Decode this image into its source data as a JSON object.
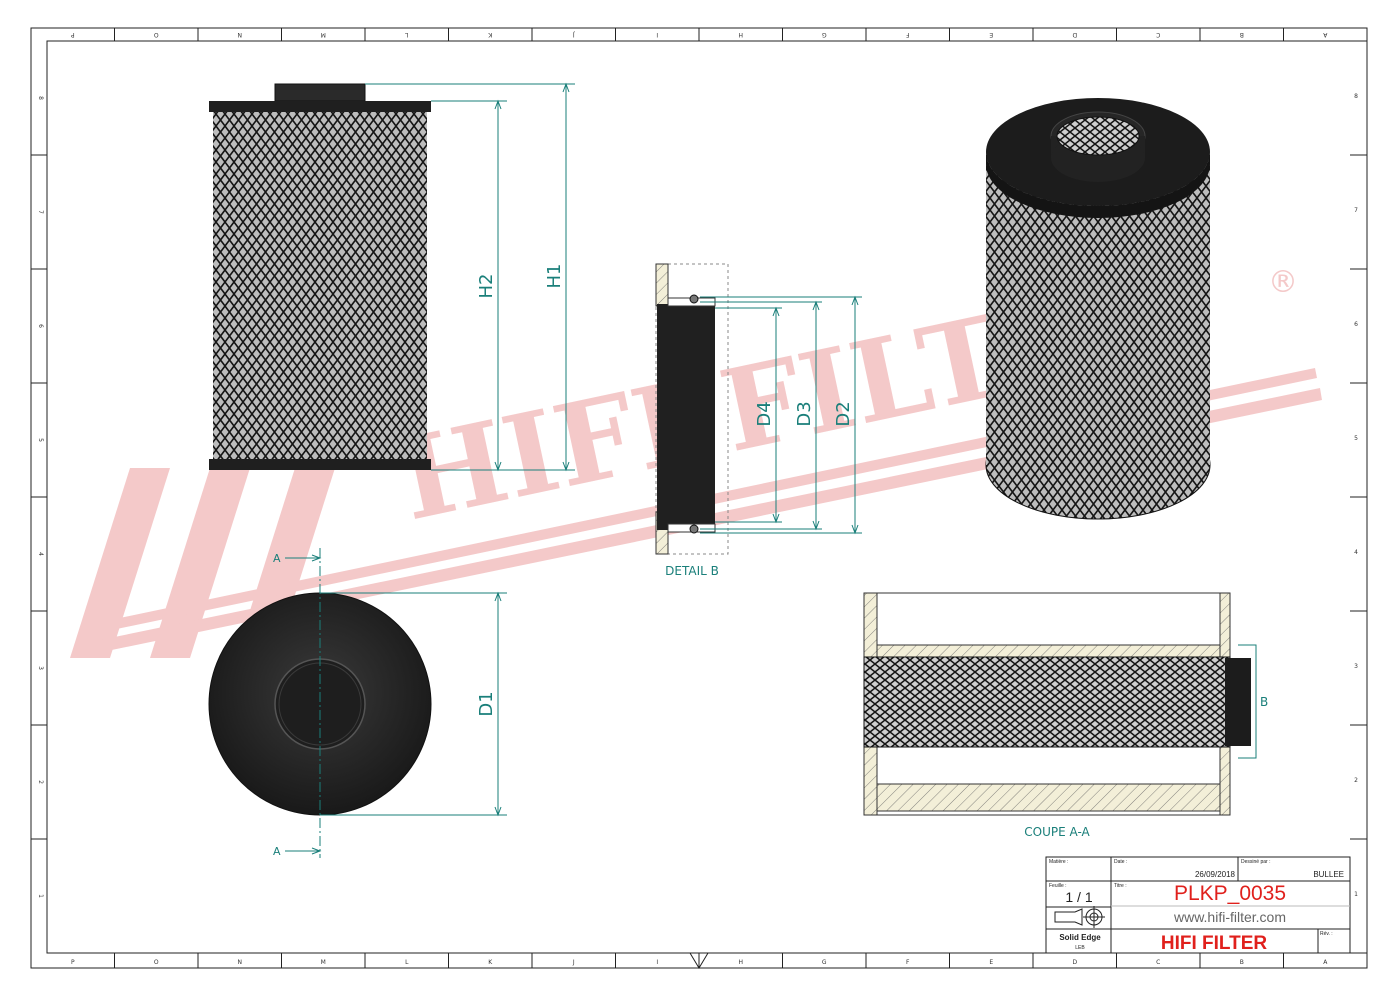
{
  "drawing": {
    "dimensions": {
      "h1": "H1",
      "h2": "H2",
      "d1": "D1",
      "d2": "D2",
      "d3": "D3",
      "d4": "D4",
      "section_a": "A",
      "detail_b": "B"
    },
    "captions": {
      "detail": "DETAIL B",
      "section": "COUPE A-A"
    },
    "watermark": {
      "text": "HIFI FILTER",
      "mark": "®",
      "color": "#f3c4c4"
    },
    "zones_top": [
      "P",
      "O",
      "N",
      "M",
      "L",
      "K",
      "J",
      "I",
      "H",
      "G",
      "F",
      "E",
      "D",
      "C",
      "B",
      "A"
    ],
    "zones_side": [
      "8",
      "7",
      "6",
      "5",
      "4",
      "3",
      "2",
      "1"
    ],
    "colors": {
      "dimension": "#1a7f7a",
      "part": "#2b2b2b",
      "brand_red": "#e0201c"
    }
  },
  "title_block": {
    "labels": {
      "matiere": "Matière :",
      "date": "Date :",
      "dessine_par": "Dessiné par :",
      "feuille": "Feuille :",
      "titre": "Titre :",
      "rev": "Rév. :"
    },
    "date_value": "26/09/2018",
    "author": "BULLEE",
    "sheet_value": "1 / 1",
    "part_number": "PLKP_0035",
    "website": "www.hifi-filter.com",
    "cad": "Solid Edge",
    "cad_sub": "LEB",
    "brand": "HIFI FILTER"
  }
}
